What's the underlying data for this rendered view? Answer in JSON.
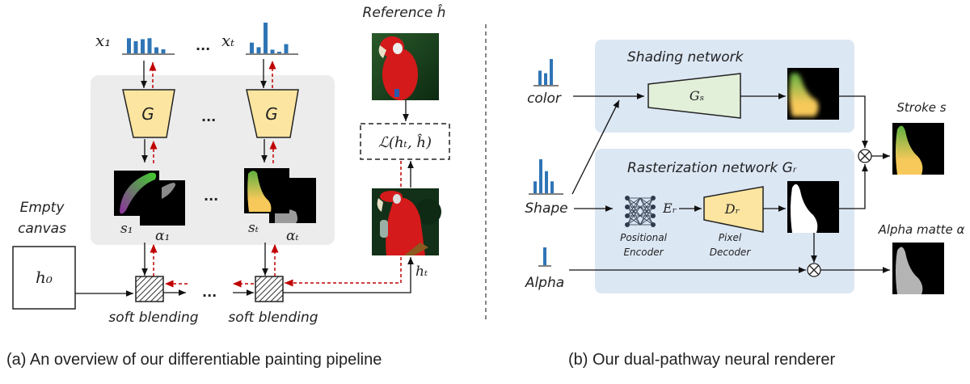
{
  "panel_a": {
    "inputs": [
      {
        "label": "x₁",
        "bars": [
          0.75,
          0.6,
          0.7,
          0.75,
          0.3,
          0.2
        ]
      },
      {
        "label": "xₜ",
        "bars": [
          0.35,
          0.2,
          1.0,
          0.12,
          0.05,
          0.3
        ]
      }
    ],
    "generator_label": "G",
    "ellipsis": "...",
    "stroke_labels": [
      "s₁",
      "α₁",
      "sₜ",
      "αₜ"
    ],
    "empty_canvas_label_line1": "Empty",
    "empty_canvas_label_line2": "canvas",
    "h0_label": "h₀",
    "blend_label": "soft blending",
    "reference_label": "Reference ĥ",
    "loss_label": "ℒ(hₜ, ĥ)",
    "hT_label": "hₜ",
    "caption": "(a) An overview of our differentiable painting pipeline"
  },
  "panel_b": {
    "inputs": [
      {
        "label": "color",
        "bars": [
          0.55,
          0.45,
          1.0
        ]
      },
      {
        "label": "Shape",
        "bars": [
          0.35,
          1.0,
          0.65,
          0.35
        ]
      },
      {
        "label": "Alpha",
        "bars": [
          1.0
        ]
      }
    ],
    "shading_title": "Shading network",
    "shading_gen_label": "Gₛ",
    "raster_title": "Rasterization network Gᵣ",
    "encoder_label": "Eᵣ",
    "encoder_caption_line1": "Positional",
    "encoder_caption_line2": "Encoder",
    "decoder_label": "Dᵣ",
    "decoder_caption_line1": "Pixel",
    "decoder_caption_line2": "Decoder",
    "stroke_output_label": "Stroke s",
    "alpha_output_label": "Alpha matte α",
    "caption": "(b) Our dual-pathway neural renderer"
  },
  "colors": {
    "bar_blue": "#2e75b6",
    "gen_yellow": "#fbe5a0",
    "gen_green": "#e2efd9",
    "panel_gray": "#ececec",
    "panel_blue": "#dce7f4",
    "grad_red": "#c00000"
  }
}
